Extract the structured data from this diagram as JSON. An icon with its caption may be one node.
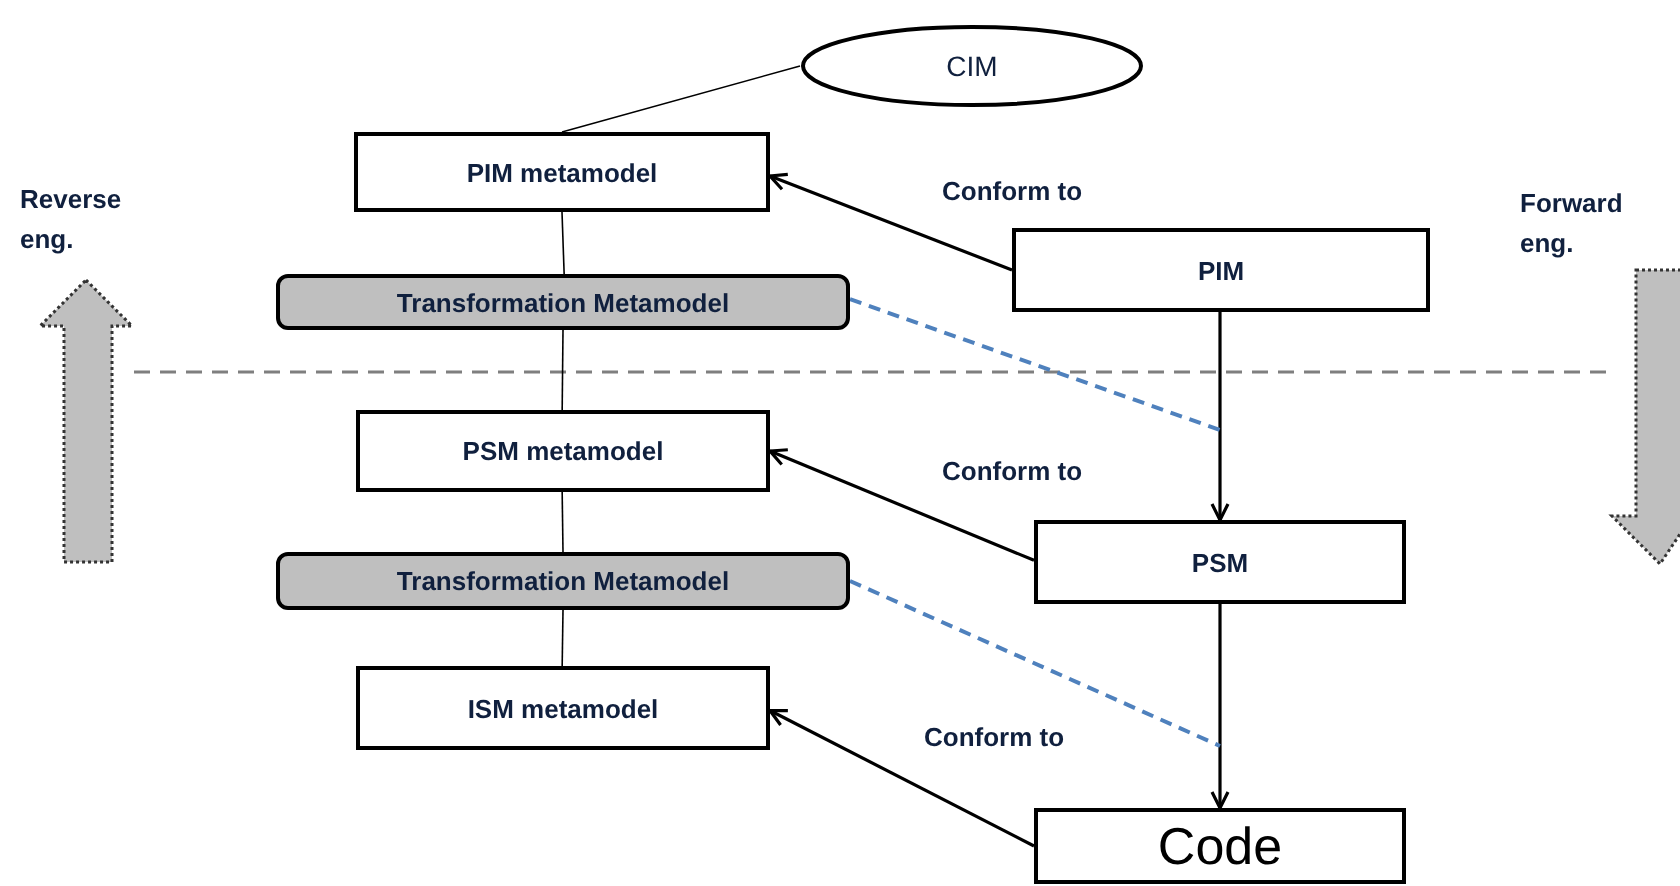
{
  "diagram": {
    "nodes": [
      {
        "text": [
          "CIM"
        ]
      },
      {
        "text": [
          "PIM metamodel"
        ]
      },
      {
        "text": [
          "PIM"
        ]
      },
      {
        "text": [
          "Transformation Metamodel"
        ]
      },
      {
        "text": [
          "PSM metamodel"
        ]
      },
      {
        "text": [
          "PSM"
        ]
      },
      {
        "text": [
          "Transformation Metamodel"
        ]
      },
      {
        "text": [
          "ISM metamodel"
        ]
      },
      {
        "text": [
          "Code"
        ]
      }
    ],
    "edges": [
      {
        "from": 0,
        "to": 1,
        "arrow": "none"
      },
      {
        "from": 1,
        "to": 3,
        "arrow": "none"
      },
      {
        "from": 3,
        "to": 4,
        "arrow": "none"
      },
      {
        "from": 4,
        "to": 6,
        "arrow": "none"
      },
      {
        "from": 6,
        "to": 7,
        "arrow": "none"
      },
      {
        "from": 2,
        "to": 1,
        "arrow": "to",
        "label": "Conform to"
      },
      {
        "from": 5,
        "to": 4,
        "arrow": "to",
        "label": "Conform to"
      },
      {
        "from": 8,
        "to": 7,
        "arrow": "to",
        "label": "Conform to"
      },
      {
        "from": 2,
        "to": 5,
        "arrow": "to"
      },
      {
        "from": 5,
        "to": 8,
        "arrow": "to"
      },
      {
        "from": 3,
        "to": null,
        "arrow": "none",
        "style": "dashed",
        "color": "#4f81bd"
      },
      {
        "from": 6,
        "to": null,
        "arrow": "none",
        "style": "dashed",
        "color": "#4f81bd"
      }
    ],
    "labels": [
      "Reverse eng.",
      "Forward eng."
    ]
  }
}
